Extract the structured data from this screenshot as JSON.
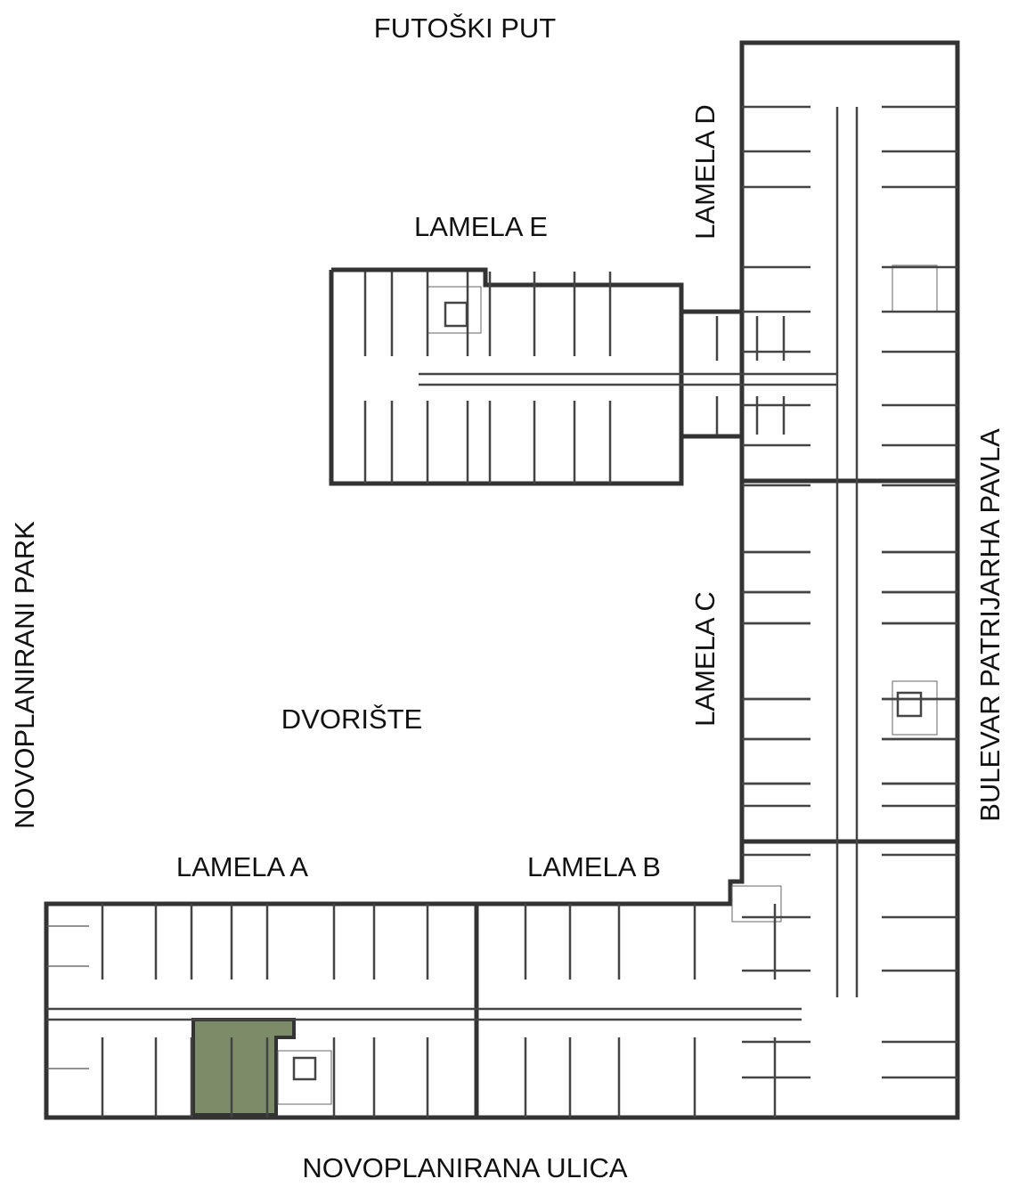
{
  "streets": {
    "north": "FUTOŠKI PUT",
    "south": "NOVOPLANIRANA ULICA",
    "west": "NOVOPLANIRANI PARK",
    "east": "BULEVAR PATRIJARHA PAVLA"
  },
  "courtyard": "DVORIŠTE",
  "lamellas": {
    "a": "LAMELA A",
    "b": "LAMELA B",
    "c": "LAMELA C",
    "d": "LAMELA D",
    "e": "LAMELA E"
  },
  "colors": {
    "highlight": "#7d8c68",
    "wall": "#333333"
  }
}
